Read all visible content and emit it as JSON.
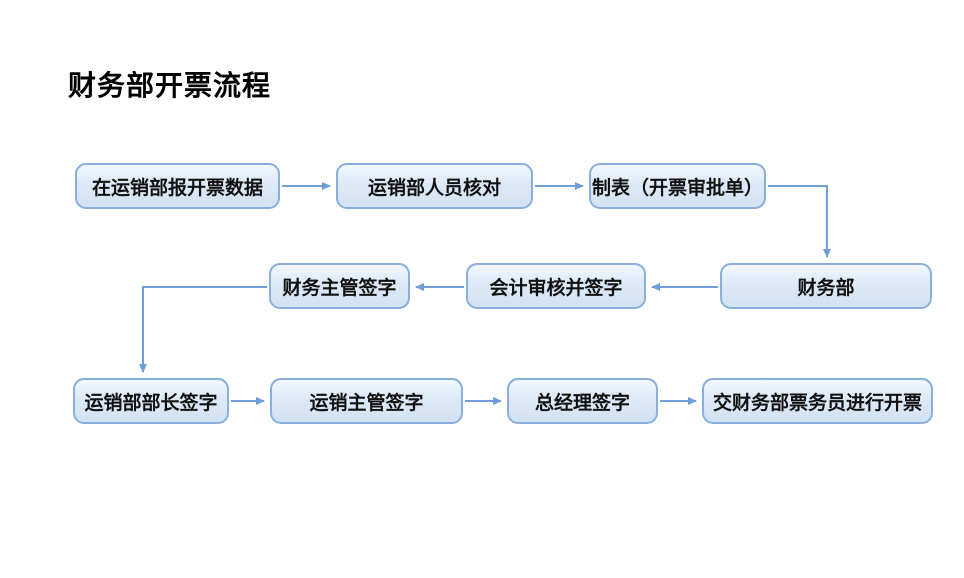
{
  "title": "财务部开票流程",
  "colors": {
    "box-fill-top": "#f3f8fd",
    "box-fill-mid": "#dde9f7",
    "box-fill-bottom": "#d2e2f3",
    "box-border": "#8aafdd",
    "arrow": "#6f9fd6",
    "text": "#111111",
    "bg": "#ffffff"
  },
  "nodes": [
    {
      "id": "report-data",
      "label": "在运销部报开票数据"
    },
    {
      "id": "verify",
      "label": "运销部人员核对"
    },
    {
      "id": "make-form",
      "label": "制表（开票审批单）"
    },
    {
      "id": "finance-dept",
      "label": "财务部"
    },
    {
      "id": "accountant-sign",
      "label": "会计审核并签字"
    },
    {
      "id": "finance-supervisor-sign",
      "label": "财务主管签字"
    },
    {
      "id": "sales-minister-sign",
      "label": "运销部部长签字"
    },
    {
      "id": "sales-supervisor-sign",
      "label": "运销主管签字"
    },
    {
      "id": "gm-sign",
      "label": "总经理签字"
    },
    {
      "id": "ticket-clerk",
      "label": "交财务部票务员进行开票"
    }
  ],
  "edges": [
    {
      "from": "report-data",
      "to": "verify"
    },
    {
      "from": "verify",
      "to": "make-form"
    },
    {
      "from": "make-form",
      "to": "finance-dept"
    },
    {
      "from": "finance-dept",
      "to": "accountant-sign"
    },
    {
      "from": "accountant-sign",
      "to": "finance-supervisor-sign"
    },
    {
      "from": "finance-supervisor-sign",
      "to": "sales-minister-sign"
    },
    {
      "from": "sales-minister-sign",
      "to": "sales-supervisor-sign"
    },
    {
      "from": "sales-supervisor-sign",
      "to": "gm-sign"
    },
    {
      "from": "gm-sign",
      "to": "ticket-clerk"
    }
  ]
}
